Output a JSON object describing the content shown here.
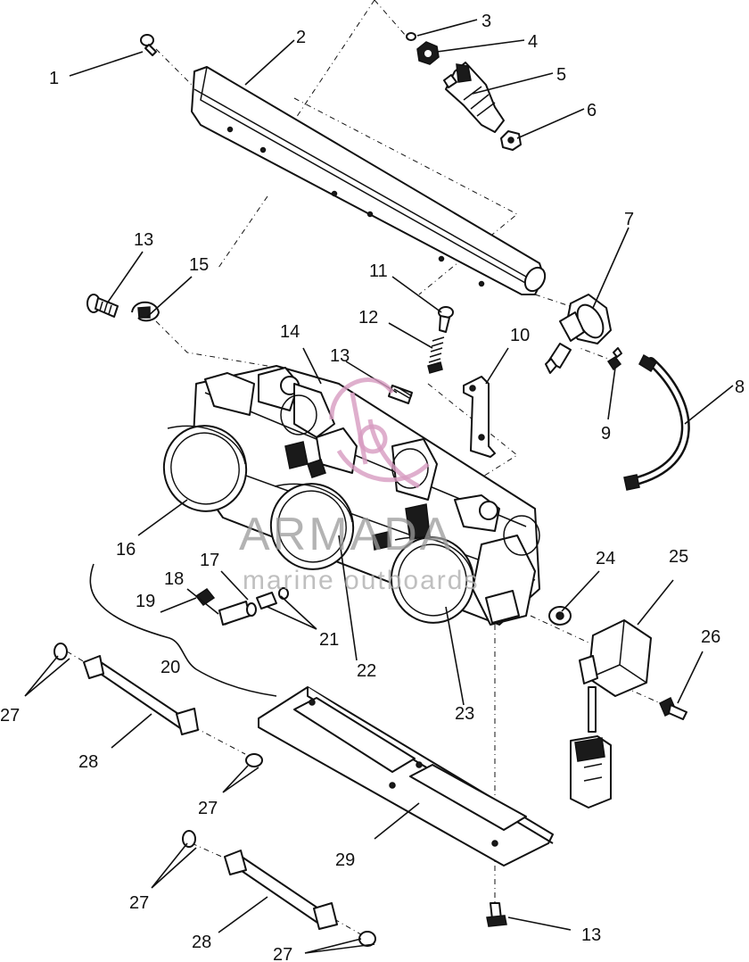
{
  "watermark": {
    "brand": "ARMADA",
    "tagline": "marine outboards",
    "logo_icon": "boat-logo-icon",
    "logo_color": "#d79bc0",
    "text_color": "#9a9a9a"
  },
  "callouts": {
    "c1": "1",
    "c2": "2",
    "c3": "3",
    "c4": "4",
    "c5": "5",
    "c6": "6",
    "c7": "7",
    "c8": "8",
    "c9": "9",
    "c10": "10",
    "c11": "11",
    "c12": "12",
    "c13a": "13",
    "c13b": "13",
    "c13c": "13",
    "c14": "14",
    "c15": "15",
    "c16": "16",
    "c17": "17",
    "c18": "18",
    "c19": "19",
    "c20": "20",
    "c21": "21",
    "c22": "22",
    "c23": "23",
    "c24": "24",
    "c25": "25",
    "c26": "26",
    "c27a": "27",
    "c27b": "27",
    "c27c": "27",
    "c27d": "27",
    "c28a": "28",
    "c28b": "28",
    "c29": "29"
  }
}
